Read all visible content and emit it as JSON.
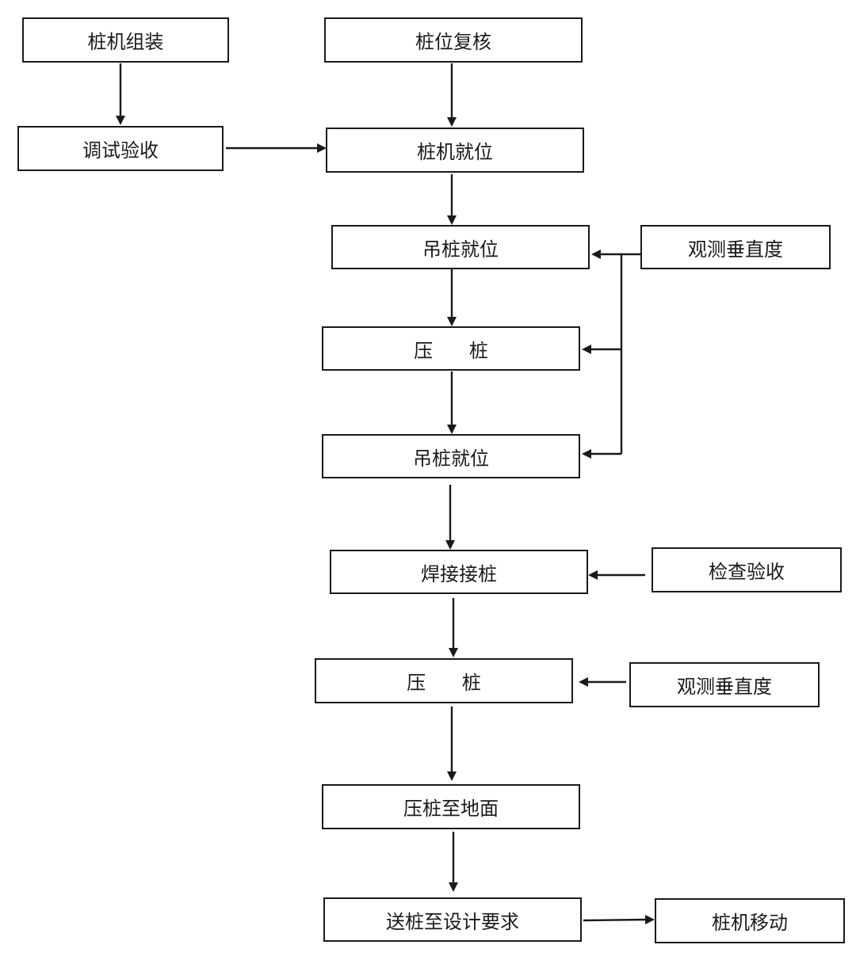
{
  "nodes": {
    "assemble": "桩机组装",
    "debug": "调试验收",
    "pile_check": "桩位复核",
    "machine_in_place": "桩机就位",
    "lift_pile_1": "吊桩就位",
    "observe_1": "观测垂直度",
    "press_1": "压      桩",
    "lift_pile_2": "吊桩就位",
    "weld": "焊接接桩",
    "inspect": "检查验收",
    "press_2": "压      桩",
    "observe_2": "观测垂直度",
    "press_ground": "压桩至地面",
    "send_pile": "送桩至设计要求",
    "machine_move": "桩机移动"
  },
  "colors": {
    "line": "#1a1a1a",
    "box_border": "#1a1a1a",
    "background": "#ffffff"
  }
}
